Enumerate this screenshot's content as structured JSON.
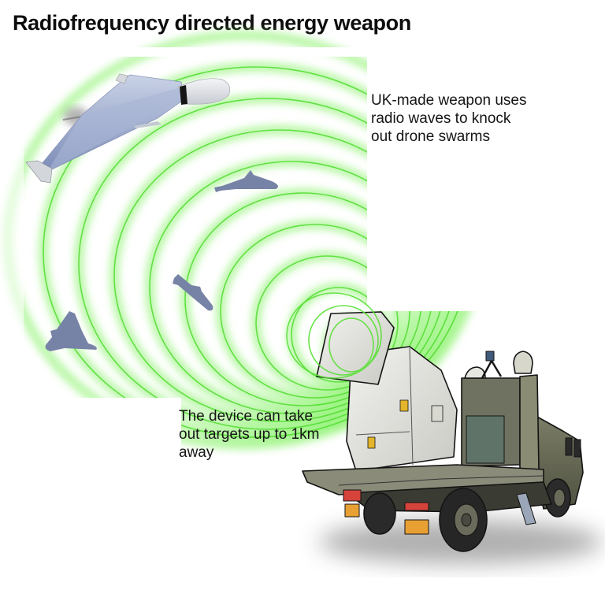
{
  "title": "Radiofrequency directed energy weapon",
  "annotations": {
    "weapon_description": "UK-made weapon uses radio waves to knock out drone swarms",
    "weapon_description_lines": [
      "UK-made weapon",
      "uses radio waves to",
      "knock out drone",
      "swarms"
    ],
    "range_description": "The device can take out targets up to 1km away",
    "range_description_lines": [
      "The device can take",
      "out targets up to",
      "1km away"
    ]
  },
  "illustration": {
    "emitter": "military-truck-with-rf-dish",
    "wave_color": "#5be33a",
    "drone_color": "#7783a6",
    "drones": [
      "large-drone",
      "drone-small-1",
      "drone-small-2",
      "drone-delta"
    ]
  }
}
